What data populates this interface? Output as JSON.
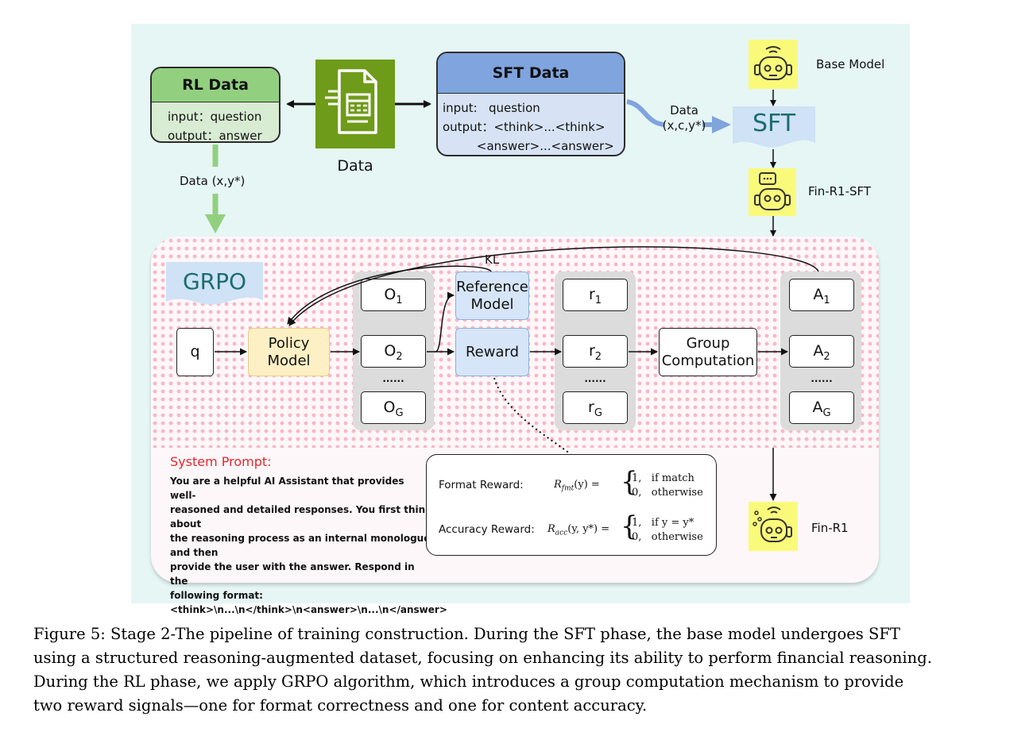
{
  "rl_data": {
    "title": "RL Data",
    "input": "input：question",
    "output": "output：answer"
  },
  "data_label": "Data",
  "sft_data": {
    "title": "SFT Data",
    "input": "input:   question",
    "output": "output：<think>...<think>",
    "output2": "         <answer>...<answer>"
  },
  "data_xy": "Data (x,y*)",
  "data_xcy_1": "Data",
  "data_xcy_2": "(x,c,y*)",
  "sft_label": "SFT",
  "base_model": "Base Model",
  "fin_r1_sft": "Fin-R1-SFT",
  "fin_r1": "Fin-R1",
  "grpo_label": "GRPO",
  "kl": "KL",
  "q": "q",
  "policy_model": [
    "Policy",
    "Model"
  ],
  "reference_model": [
    "Reference",
    "Model"
  ],
  "reward": "Reward",
  "group_computation": [
    "Group",
    "Computation"
  ],
  "o_outputs": {
    "o1": "1",
    "o2": "2",
    "og": "G",
    "base": "O"
  },
  "r_outputs": {
    "r1": "1",
    "r2": "2",
    "rg": "G",
    "base": "r"
  },
  "a_outputs": {
    "a1": "1",
    "a2": "2",
    "ag": "G",
    "base": "A"
  },
  "ellipsis": "......",
  "system_prompt": {
    "title": "System Prompt:",
    "lines": [
      "You are a helpful AI Assistant that provides well-",
      "reasoned and detailed responses. You first think about",
      "the reasoning process as an internal monologue and then",
      "provide the user with the answer. Respond in the",
      "following format:",
      "<think>\\n...\\n</think>\\n<answer>\\n...\\n</answer>"
    ]
  },
  "rewards": {
    "format_label": "Format Reward:",
    "accuracy_label": "Accuracy Reward:",
    "format_lhs": "R",
    "format_sub": "fmt",
    "format_arg": "(y) =",
    "format_case1": "1,   if match",
    "format_case2": "0,   otherwise",
    "accuracy_lhs": "R",
    "accuracy_sub": "acc",
    "accuracy_arg": "(y, y*) =",
    "accuracy_case1": "1,   if y = y*",
    "accuracy_case2": "0,   otherwise"
  },
  "caption": [
    "Figure 5: Stage 2-The pipeline of training construction. During the SFT phase, the base model undergoes SFT",
    "using a structured reasoning-augmented dataset, focusing on enhancing its ability to perform financial reasoning.",
    "During the RL phase, we apply GRPO algorithm, which introduces a group computation mechanism to provide",
    "two reward signals—one for format correctness and one for content accuracy."
  ],
  "colors": {
    "rl_green": "#92d07f",
    "sft_blue": "#7fa4de",
    "policy_yellow": "#fdf0c4",
    "node_blue": "#d6e5f7",
    "panel_bg": "#e6f6f5",
    "prompt_red": "#e8262a"
  }
}
